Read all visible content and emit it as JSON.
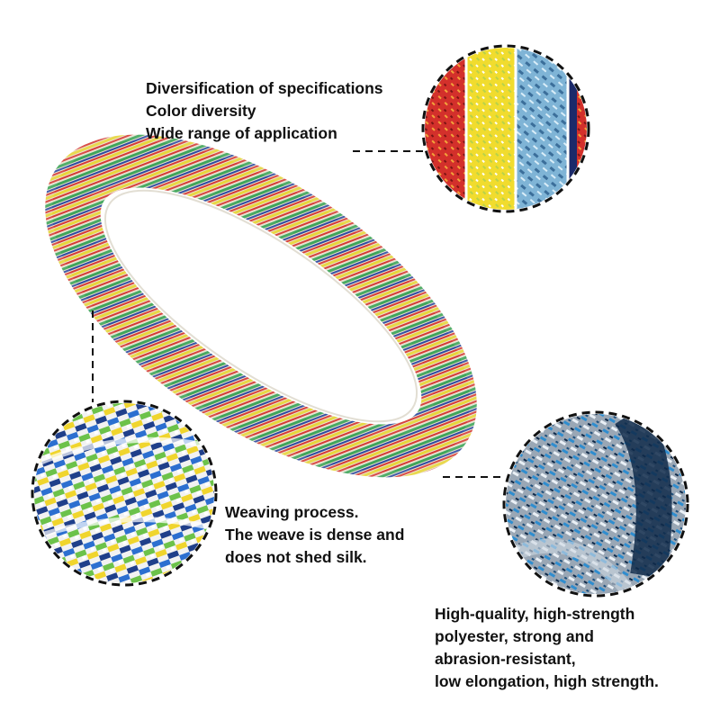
{
  "callouts": {
    "top_right": {
      "lines": [
        "Diversification of specifications",
        "Color diversity",
        "Wide range of application"
      ],
      "image": "rope-color-samples-detail"
    },
    "left": {
      "lines": [
        "Weaving process.",
        "The weave is dense and",
        "does not shed silk."
      ],
      "image": "rope-weave-closeup"
    },
    "bottom_right": {
      "lines": [
        "High-quality, high-strength",
        "polyester, strong and",
        "abrasion-resistant,",
        "low elongation, high strength."
      ],
      "image": "rope-blue-coil-closeup"
    }
  },
  "product": {
    "image": "coiled-multicolor-rope",
    "colors": {
      "sheath_base": "#e8e1cf",
      "yellow": "#e7d53a",
      "red": "#d63a35",
      "green": "#3fa55b",
      "blue": "#2e4aa1"
    }
  },
  "style": {
    "dash_color": "#111111",
    "text_color": "#111111"
  }
}
